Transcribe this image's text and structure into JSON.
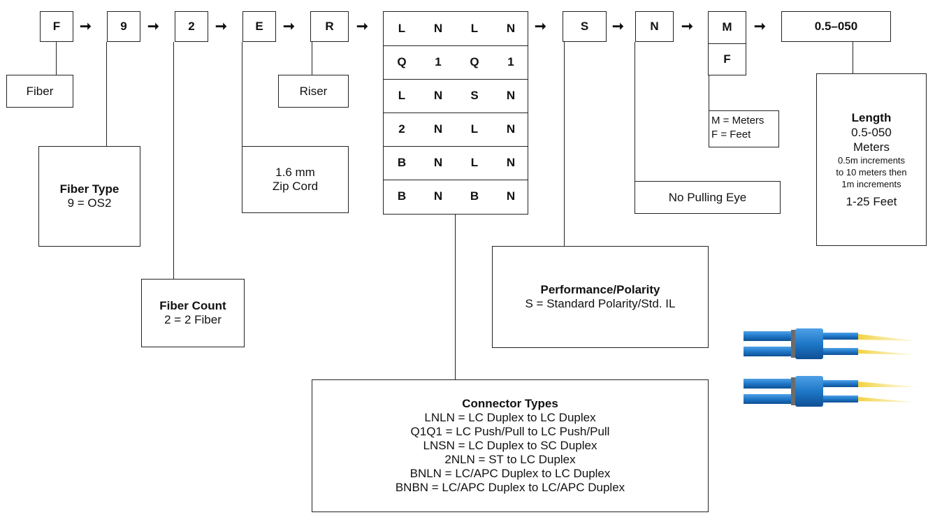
{
  "codes": {
    "fiber": "F",
    "type": "9",
    "count": "2",
    "jacket": "E",
    "rating": "R",
    "performance": "S",
    "pulling": "N",
    "unit_m": "M",
    "unit_f": "F",
    "length": "0.5–050"
  },
  "connector_grid": [
    [
      "L",
      "N",
      "L",
      "N"
    ],
    [
      "Q",
      "1",
      "Q",
      "1"
    ],
    [
      "L",
      "N",
      "S",
      "N"
    ],
    [
      "2",
      "N",
      "L",
      "N"
    ],
    [
      "B",
      "N",
      "L",
      "N"
    ],
    [
      "B",
      "N",
      "B",
      "N"
    ]
  ],
  "arrow_glyph": "➞",
  "labels": {
    "fiber": "Fiber",
    "riser": "Riser",
    "fiber_type_title": "Fiber Type",
    "fiber_type_value": "9 = OS2",
    "zip_line1": "1.6 mm",
    "zip_line2": "Zip Cord",
    "fiber_count_title": "Fiber Count",
    "fiber_count_value": "2 = 2 Fiber",
    "perf_title": "Performance/Polarity",
    "perf_value": "S = Standard Polarity/Std. IL",
    "no_pulling_eye": "No Pulling Eye",
    "unit_meters": "M = Meters",
    "unit_feet": "F = Feet",
    "length_title": "Length",
    "length_range": "0.5-050",
    "length_meters": "Meters",
    "length_inc1": "0.5m increments",
    "length_inc2": "to 10 meters then",
    "length_inc3": "1m increments",
    "length_feet": "1-25 Feet",
    "connector_title": "Connector Types",
    "connector_lines": [
      "LNLN = LC Duplex to LC Duplex",
      "Q1Q1 = LC Push/Pull to LC Push/Pull",
      "LNSN = LC Duplex to SC Duplex",
      "2NLN = ST to LC Duplex",
      "BNLN = LC/APC Duplex to LC Duplex",
      "BNBN = LC/APC Duplex to LC/APC Duplex"
    ]
  },
  "colors": {
    "line": "#222222",
    "cable_blue": "#1e78c8",
    "fiber_yellow": "#f2d23c"
  }
}
